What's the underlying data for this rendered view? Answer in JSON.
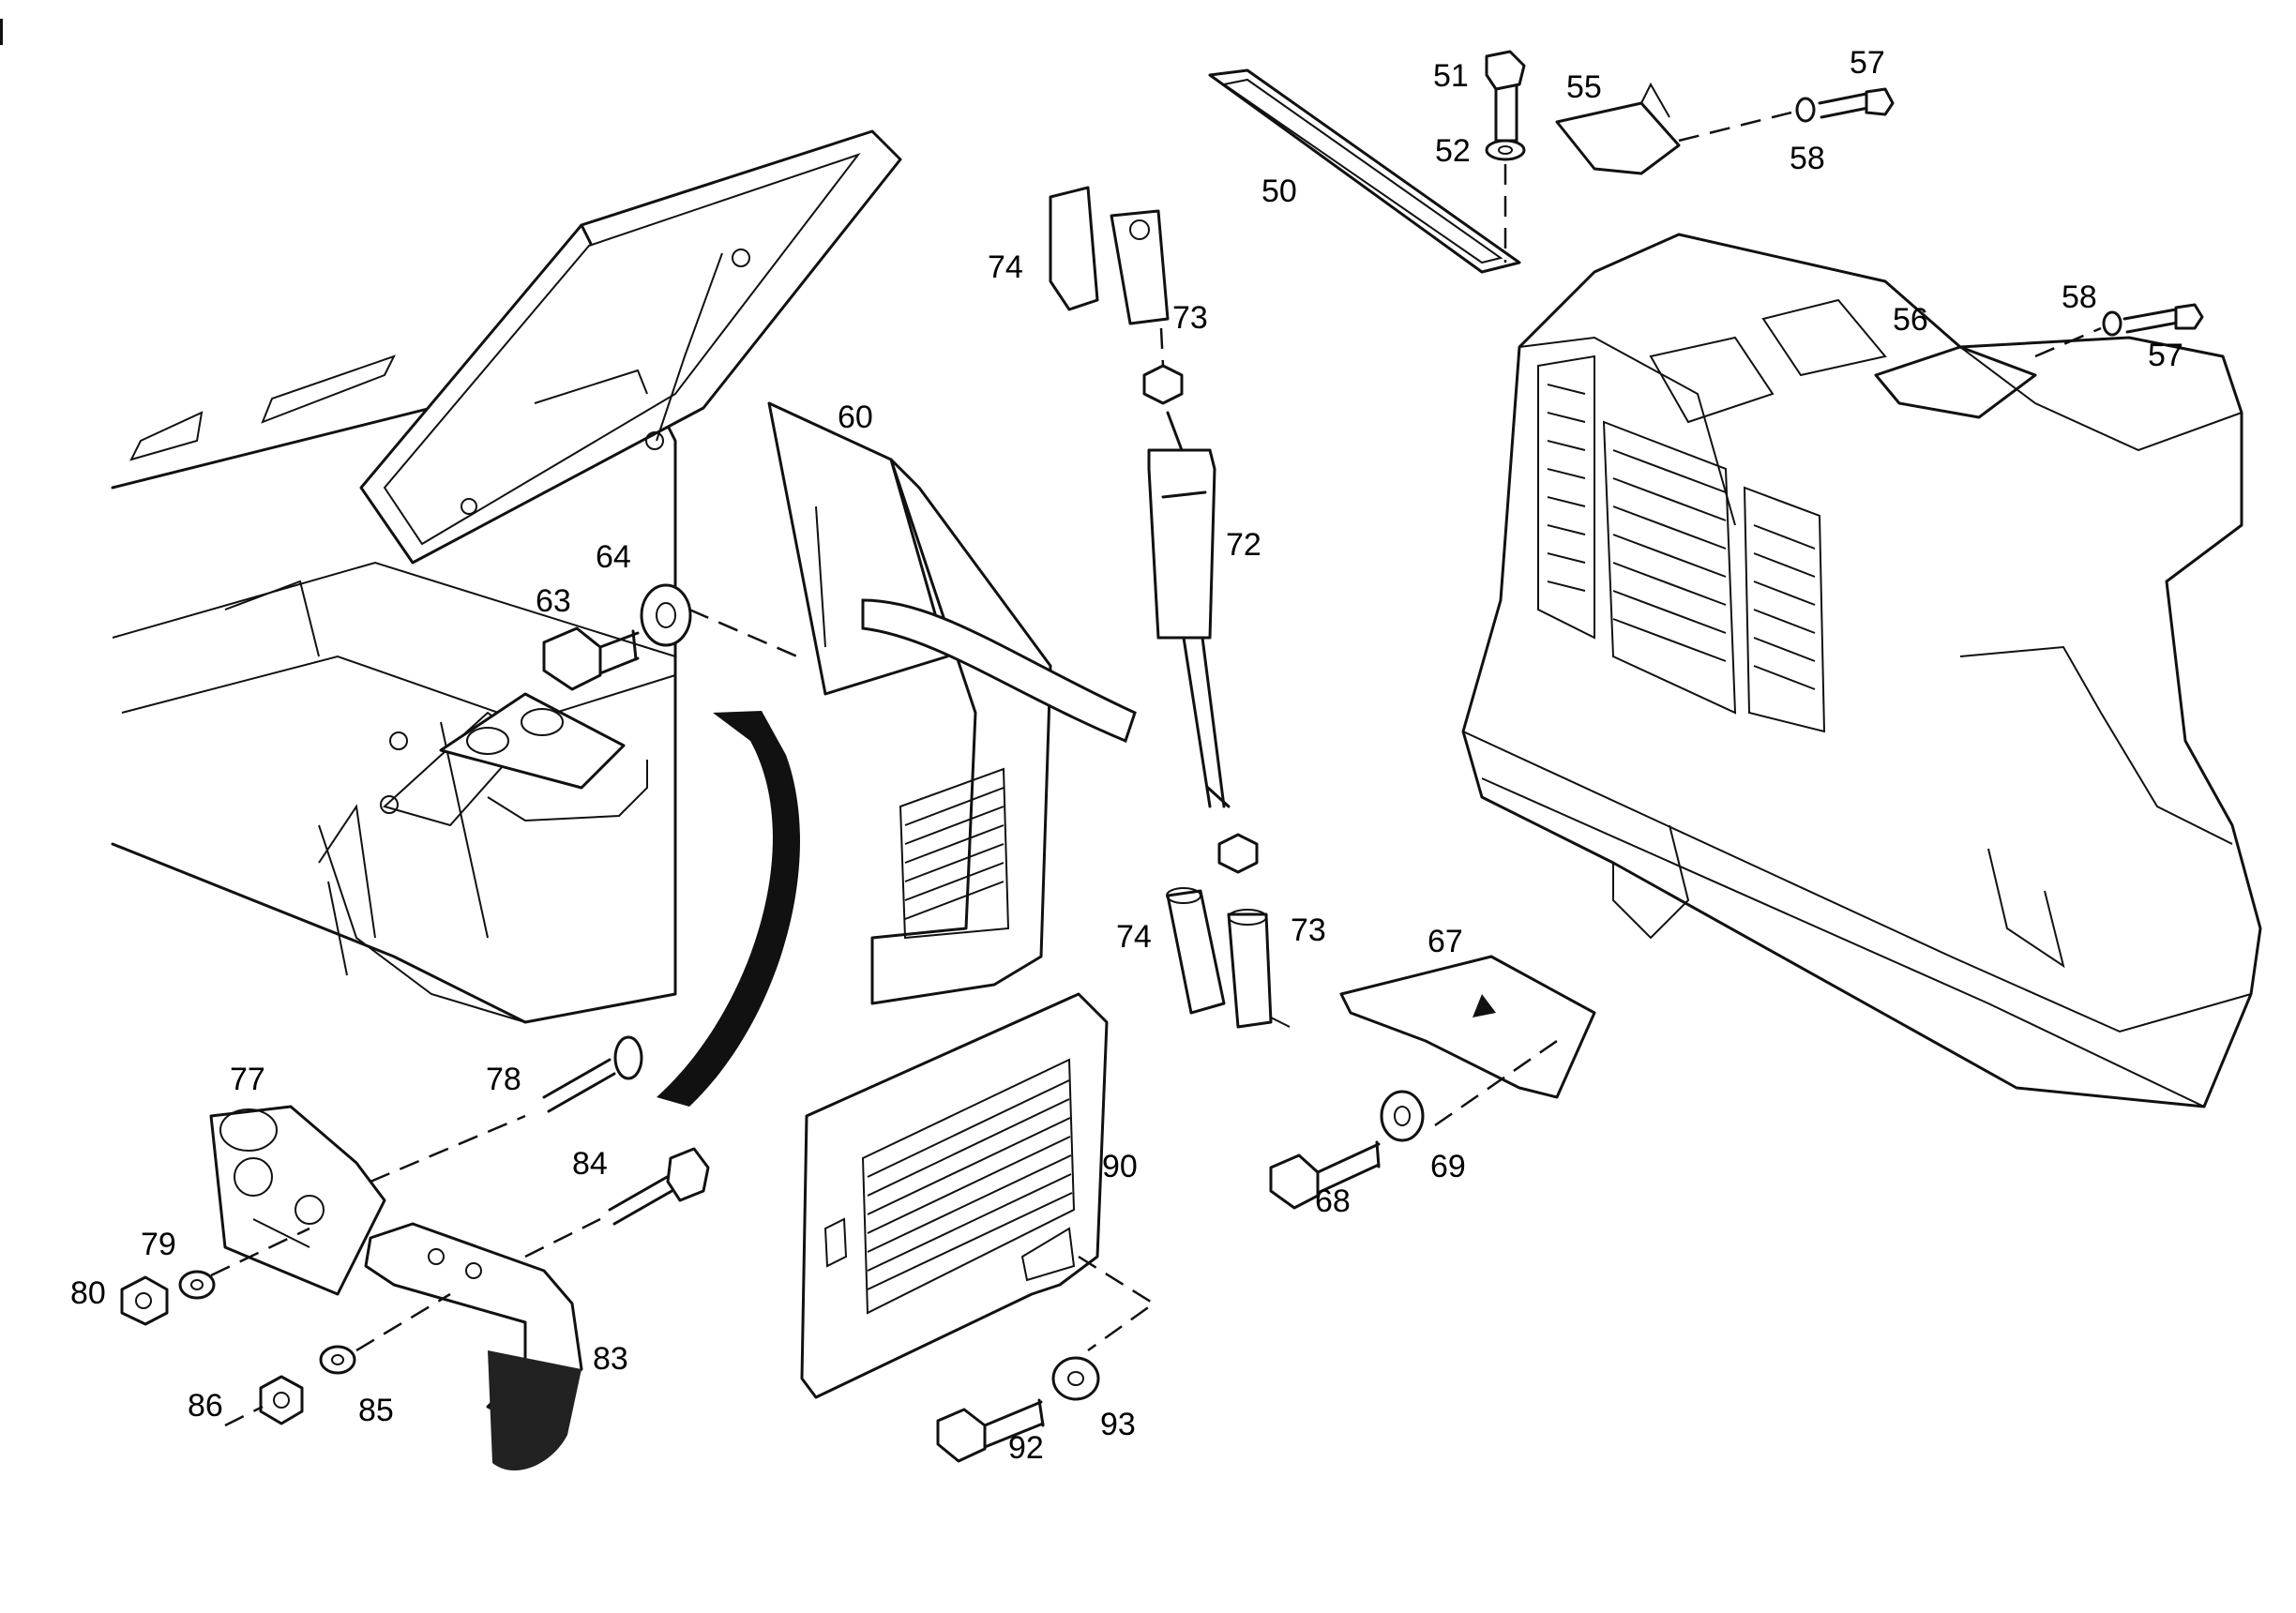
{
  "diagram": {
    "callouts": [
      {
        "id": "50"
      },
      {
        "id": "51"
      },
      {
        "id": "52"
      },
      {
        "id": "55"
      },
      {
        "id": "57"
      },
      {
        "id": "58"
      },
      {
        "id": "58"
      },
      {
        "id": "56"
      },
      {
        "id": "57"
      },
      {
        "id": "60"
      },
      {
        "id": "64"
      },
      {
        "id": "63"
      },
      {
        "id": "72"
      },
      {
        "id": "74"
      },
      {
        "id": "73"
      },
      {
        "id": "74"
      },
      {
        "id": "73"
      },
      {
        "id": "67"
      },
      {
        "id": "68"
      },
      {
        "id": "69"
      },
      {
        "id": "77"
      },
      {
        "id": "78"
      },
      {
        "id": "84"
      },
      {
        "id": "79"
      },
      {
        "id": "80"
      },
      {
        "id": "83"
      },
      {
        "id": "86"
      },
      {
        "id": "85"
      },
      {
        "id": "90"
      },
      {
        "id": "92"
      },
      {
        "id": "93"
      }
    ]
  }
}
